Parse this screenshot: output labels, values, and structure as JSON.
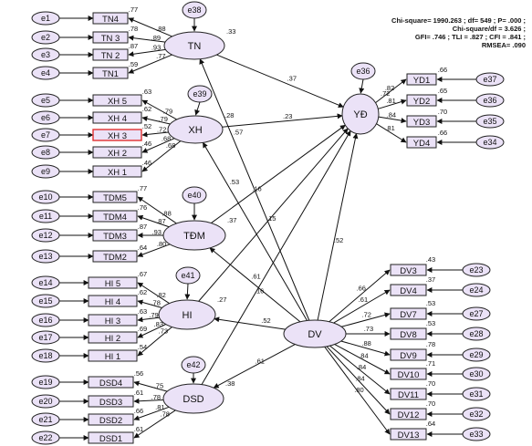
{
  "fit_stats": [
    "Chi-square= 1990.263 ; df= 549 ; P= .000 ;",
    "Chi-square/df = 3.626 ;",
    "GFI= .746 ; TLI = .827 ; CFI = .841 ;",
    "RMSEA= .090"
  ],
  "latents": {
    "TN": {
      "label": "TN",
      "r2": ".33",
      "disturbance": "e38"
    },
    "XH": {
      "label": "XH",
      "r2": ".28",
      "disturbance": "e39"
    },
    "TDM": {
      "label": "TĐM",
      "r2": ".37",
      "disturbance": "e40"
    },
    "HI": {
      "label": "HI",
      "r2": ".27",
      "disturbance": "e41"
    },
    "DSD": {
      "label": "DSD",
      "r2": ".38",
      "disturbance": "e42"
    },
    "YD": {
      "label": "YĐ",
      "r2": ".72",
      "disturbance": "e36"
    },
    "DV": {
      "label": "DV"
    }
  },
  "indicators": {
    "TN": [
      {
        "label": "TN4",
        "error": "e1",
        "r2": ".77",
        "loading": ".88"
      },
      {
        "label": "TN 3",
        "error": "e2",
        "r2": ".78",
        "loading": ".89"
      },
      {
        "label": "TN 2",
        "error": "e3",
        "r2": ".87",
        "loading": ".93"
      },
      {
        "label": "TN1",
        "error": "e4",
        "r2": ".59",
        "loading": ".77"
      }
    ],
    "XH": [
      {
        "label": "XH 5",
        "error": "e5",
        "r2": ".63",
        "loading": ".79"
      },
      {
        "label": "XH 4",
        "error": "e6",
        "r2": ".62",
        "loading": ".79"
      },
      {
        "label": "XH 3",
        "error": "e7",
        "r2": ".52",
        "loading": ".72"
      },
      {
        "label": "XH 2",
        "error": "e8",
        "r2": ".46",
        "loading": ".68"
      },
      {
        "label": "XH 1",
        "error": "e9",
        "r2": ".46",
        "loading": ".68"
      }
    ],
    "TDM": [
      {
        "label": "TDM5",
        "error": "e10",
        "r2": ".77",
        "loading": ".88"
      },
      {
        "label": "TDM4",
        "error": "e11",
        "r2": ".76",
        "loading": ".87"
      },
      {
        "label": "TDM3",
        "error": "e12",
        "r2": ".87",
        "loading": ".93"
      },
      {
        "label": "TDM2",
        "error": "e13",
        "r2": ".64",
        "loading": ".80"
      }
    ],
    "HI": [
      {
        "label": "HI 5",
        "error": "e14",
        "r2": ".67",
        "loading": ".82"
      },
      {
        "label": "HI 4",
        "error": "e15",
        "r2": ".62",
        "loading": ".78"
      },
      {
        "label": "HI 3",
        "error": "e16",
        "r2": ".63",
        "loading": ".79"
      },
      {
        "label": "HI 2",
        "error": "e17",
        "r2": ".69",
        "loading": ".83"
      },
      {
        "label": "HI 1",
        "error": "e18",
        "r2": ".54",
        "loading": ".73"
      }
    ],
    "DSD": [
      {
        "label": "DSD4",
        "error": "e19",
        "r2": ".56",
        "loading": ".75"
      },
      {
        "label": "DSD3",
        "error": "e20",
        "r2": ".61",
        "loading": ".78"
      },
      {
        "label": "DSD2",
        "error": "e21",
        "r2": ".66",
        "loading": ".81"
      },
      {
        "label": "DSD1",
        "error": "e22",
        "r2": ".61",
        "loading": ".78"
      }
    ],
    "YD": [
      {
        "label": "YD1",
        "error": "e37",
        "r2": ".66",
        "loading": ".82"
      },
      {
        "label": "YD2",
        "error": "e36",
        "r2": ".65",
        "loading": ".81"
      },
      {
        "label": "YD3",
        "error": "e35",
        "r2": ".70",
        "loading": ".84"
      },
      {
        "label": "YD4",
        "error": "e34",
        "r2": ".66",
        "loading": ".81"
      }
    ],
    "DV": [
      {
        "label": "DV3",
        "error": "e23",
        "r2": ".43",
        "loading": ".66"
      },
      {
        "label": "DV4",
        "error": "e24",
        "r2": ".37",
        "loading": ".61"
      },
      {
        "label": "DV7",
        "error": "e27",
        "r2": ".53",
        "loading": ".72"
      },
      {
        "label": "DV8",
        "error": "e28",
        "r2": ".53",
        "loading": ".73"
      },
      {
        "label": "DV9",
        "error": "e29",
        "r2": ".78",
        "loading": ".88"
      },
      {
        "label": "DV10",
        "error": "e30",
        "r2": ".71",
        "loading": ".84"
      },
      {
        "label": "DV11",
        "error": "e31",
        "r2": ".70",
        "loading": ".84"
      },
      {
        "label": "DV12",
        "error": "e32",
        "r2": ".70",
        "loading": ".84"
      },
      {
        "label": "DV13",
        "error": "e33",
        "r2": ".64",
        "loading": ".80"
      }
    ]
  },
  "paths": [
    {
      "from": "TN",
      "to": "YD",
      "coef": ".37"
    },
    {
      "from": "XH",
      "to": "YD",
      "coef": ".23"
    },
    {
      "from": "TDM",
      "to": "YD",
      "coef": ".16"
    },
    {
      "from": "HI",
      "to": "YD",
      "coef": ".15"
    },
    {
      "from": "DSD",
      "to": "YD",
      "coef": ".16"
    },
    {
      "from": "DV",
      "to": "YD",
      "coef": ".52"
    },
    {
      "from": "DV",
      "to": "TN",
      "coef": ".57"
    },
    {
      "from": "DV",
      "to": "XH",
      "coef": ".53"
    },
    {
      "from": "DV",
      "to": "TDM",
      "coef": ".61"
    },
    {
      "from": "DV",
      "to": "HI",
      "coef": ".52"
    },
    {
      "from": "DV",
      "to": "DSD",
      "coef": ".61"
    }
  ]
}
